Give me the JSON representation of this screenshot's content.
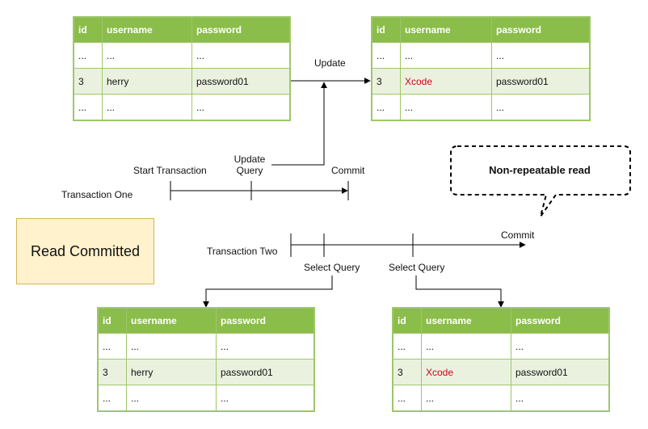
{
  "columns": [
    "id",
    "username",
    "password"
  ],
  "tables": {
    "top_left": [
      [
        "...",
        "...",
        "..."
      ],
      [
        "3",
        "herry",
        "password01"
      ],
      [
        "...",
        "...",
        "..."
      ]
    ],
    "top_right": [
      [
        "...",
        "...",
        "..."
      ],
      [
        "3",
        "Xcode",
        "password01"
      ],
      [
        "...",
        "...",
        "..."
      ]
    ],
    "bottom_left": [
      [
        "...",
        "...",
        "..."
      ],
      [
        "3",
        "herry",
        "password01"
      ],
      [
        "...",
        "...",
        "..."
      ]
    ],
    "bottom_right": [
      [
        "...",
        "...",
        "..."
      ],
      [
        "3",
        "Xcode",
        "password01"
      ],
      [
        "...",
        "...",
        "..."
      ]
    ]
  },
  "labels": {
    "update": "Update",
    "start_transaction": "Start Transaction",
    "update_query_1": "Update",
    "update_query_2": "Query",
    "commit_one": "Commit",
    "transaction_one": "Transaction One",
    "transaction_two": "Transaction Two",
    "commit_two": "Commit",
    "select_query_1": "Select Query",
    "select_query_2": "Select Query",
    "read_committed": "Read Committed",
    "non_repeatable": "Non-repeatable read"
  },
  "colors": {
    "header_green": "#8bbd4a",
    "row_alt": "#eaf2df",
    "changed_value": "#d0021b",
    "note_fill": "#fff2cc"
  }
}
